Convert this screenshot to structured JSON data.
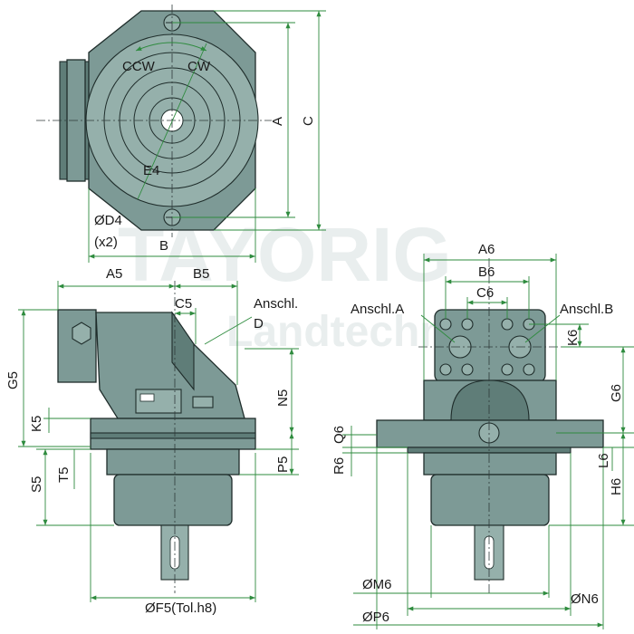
{
  "watermark": {
    "line1": "TAYORIG",
    "line2": "Landtechnik"
  },
  "top_view": {
    "labels": {
      "ccw": "CCW",
      "cw": "CW",
      "a": "A",
      "c": "C",
      "e4": "E4",
      "d4": "ØD4",
      "d4_qty": "(x2)",
      "b": "B"
    }
  },
  "side_view": {
    "labels": {
      "a5": "A5",
      "b5": "B5",
      "c5": "C5",
      "port": "Anschl.",
      "port_d": "D",
      "g5": "G5",
      "k5": "K5",
      "n5": "N5",
      "s5": "S5",
      "t5": "T5",
      "p5": "P5",
      "f5": "ØF5(Tol.h8)"
    }
  },
  "front_view": {
    "labels": {
      "a6": "A6",
      "b6": "B6",
      "c6": "C6",
      "port_a": "Anschl.A",
      "port_b": "Anschl.B",
      "k6": "K6",
      "g6": "G6",
      "q6": "Q6",
      "r6": "R6",
      "l6": "L6",
      "h6": "H6",
      "m6": "ØM6",
      "n6": "ØN6",
      "p6": "ØP6"
    }
  }
}
